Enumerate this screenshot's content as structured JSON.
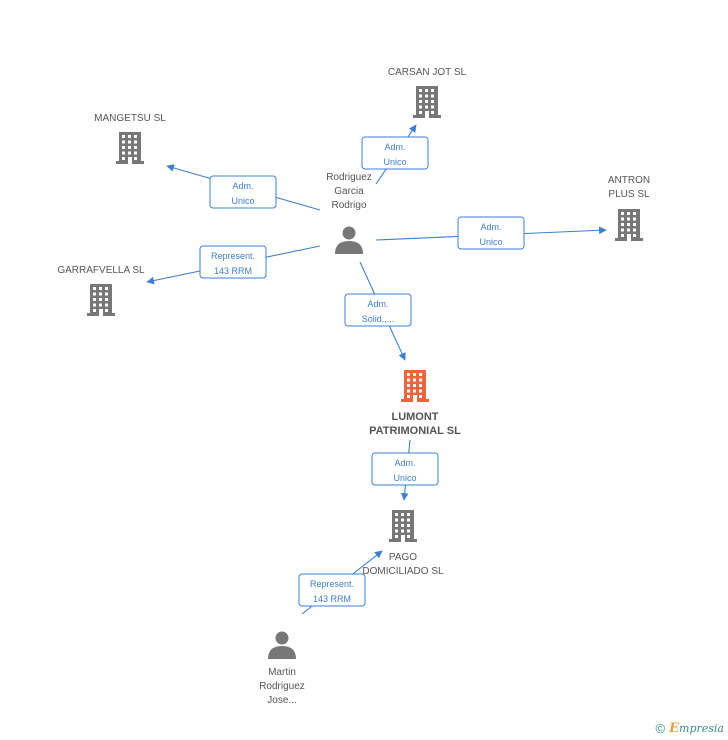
{
  "colors": {
    "edge": "#3d7fd0",
    "company": "#777777",
    "company_main": "#f0643c",
    "person": "#777777"
  },
  "nodes": [
    {
      "id": "carsan",
      "type": "company",
      "label": [
        "CARSAN JOT SL"
      ]
    },
    {
      "id": "mangetsu",
      "type": "company",
      "label": [
        "MANGETSU  SL"
      ]
    },
    {
      "id": "antron",
      "type": "company",
      "label": [
        "ANTRON",
        "PLUS SL"
      ]
    },
    {
      "id": "garrafvella",
      "type": "company",
      "label": [
        "GARRAFVELLA SL"
      ]
    },
    {
      "id": "rodrigo",
      "type": "person",
      "label": [
        "Rodriguez",
        "Garcia",
        "Rodrigo"
      ]
    },
    {
      "id": "lumont",
      "type": "company_main",
      "label": [
        "LUMONT",
        "PATRIMONIAL SL"
      ]
    },
    {
      "id": "pago",
      "type": "company",
      "label": [
        "PAGO",
        "DOMICILIADO SL"
      ]
    },
    {
      "id": "martin",
      "type": "person",
      "label": [
        "Martin",
        "Rodriguez",
        "Jose..."
      ]
    }
  ],
  "edges": [
    {
      "from": "rodrigo",
      "to": "carsan",
      "label": [
        "Adm.",
        "Unico"
      ]
    },
    {
      "from": "rodrigo",
      "to": "mangetsu",
      "label": [
        "Adm.",
        "Unico"
      ]
    },
    {
      "from": "rodrigo",
      "to": "antron",
      "label": [
        "Adm.",
        "Unico"
      ]
    },
    {
      "from": "rodrigo",
      "to": "garrafvella",
      "label": [
        "Represent.",
        "143 RRM"
      ]
    },
    {
      "from": "rodrigo",
      "to": "lumont",
      "label": [
        "Adm.",
        "Solid.,..."
      ]
    },
    {
      "from": "lumont",
      "to": "pago",
      "label": [
        "Adm.",
        "Unico"
      ]
    },
    {
      "from": "martin",
      "to": "pago",
      "label": [
        "Represent.",
        "143 RRM"
      ]
    }
  ],
  "footer": {
    "copyright": "©",
    "brand_initial": "E",
    "brand_rest": "mpresia"
  }
}
